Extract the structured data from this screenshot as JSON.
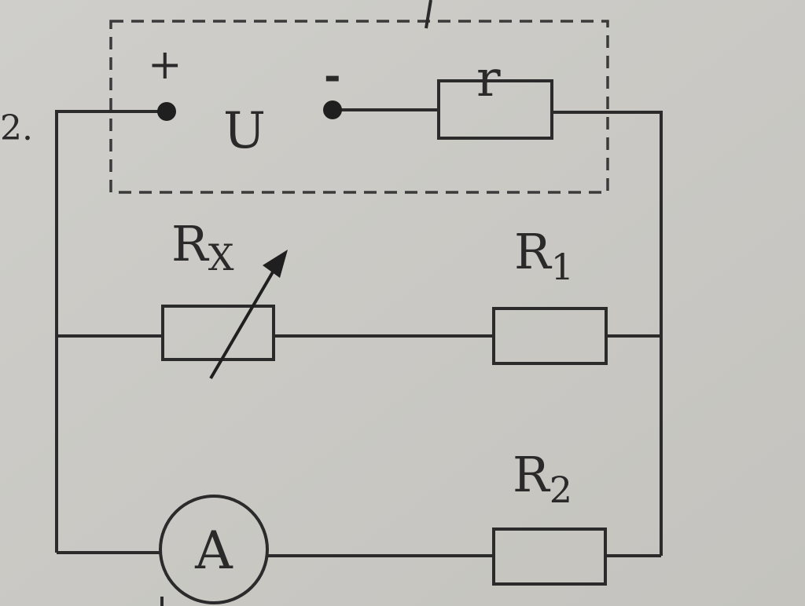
{
  "figure_number": "2.",
  "source": {
    "positive_terminal": "+",
    "negative_terminal": "-",
    "voltage_label": "U",
    "internal_resistance_label": "r"
  },
  "components": {
    "rx_label": "R",
    "rx_subscript": "X",
    "r1_label": "R",
    "r1_subscript": "1",
    "r2_label": "R",
    "r2_subscript": "2",
    "ammeter_label": "A"
  }
}
